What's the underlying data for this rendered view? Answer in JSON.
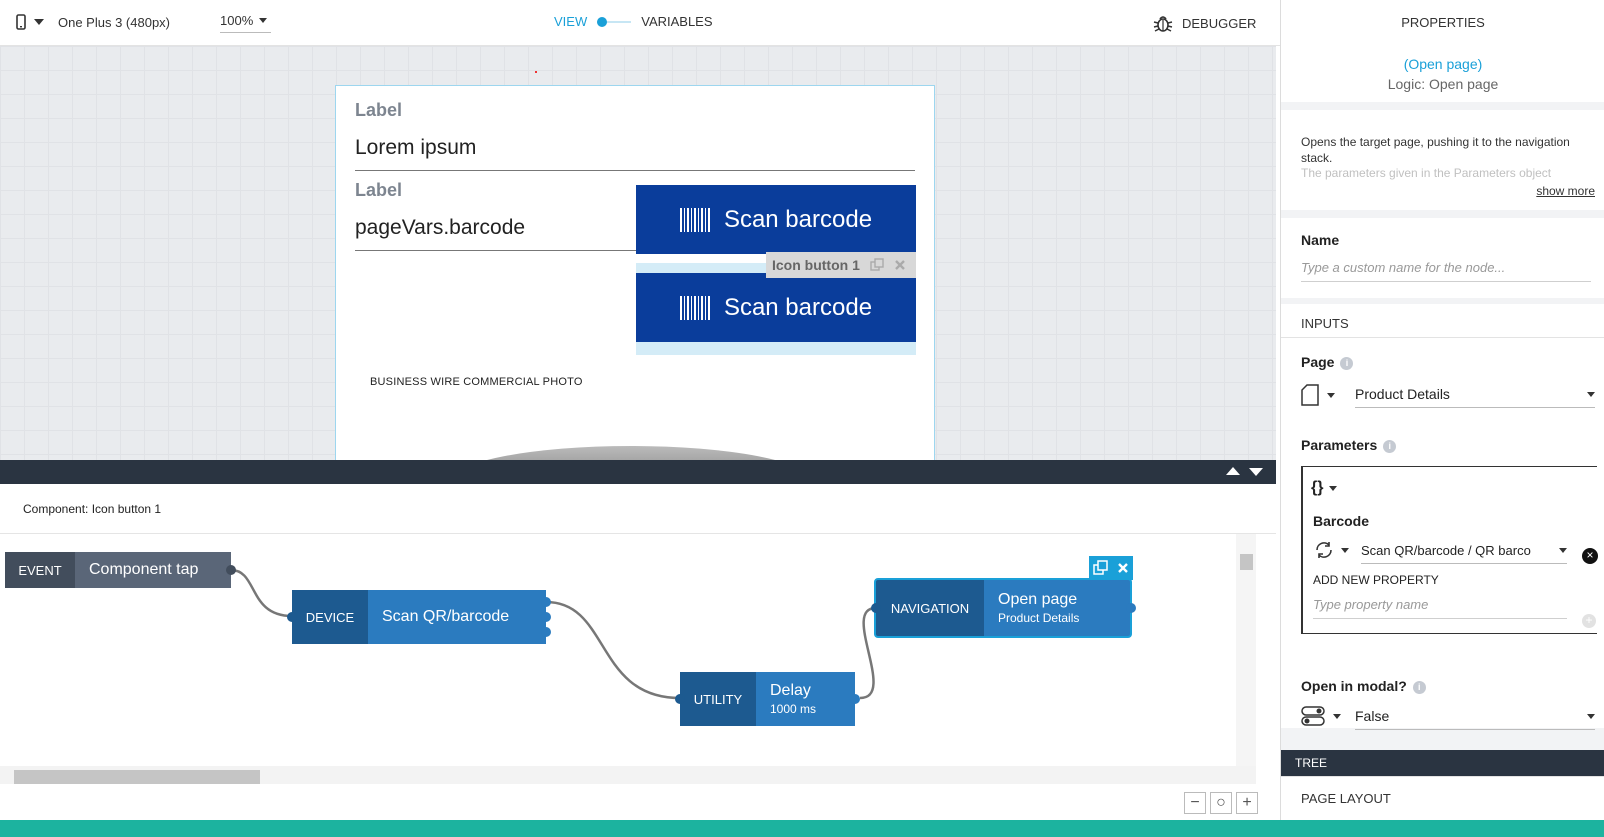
{
  "toolbar": {
    "device_label": "One Plus 3 (480px)",
    "zoom_label": "100%",
    "view_label": "VIEW",
    "variables_label": "VARIABLES",
    "debugger_label": "DEBUGGER"
  },
  "canvas": {
    "label1": "Label",
    "field1": "Lorem ipsum",
    "label2": "Label",
    "field2": "pageVars.barcode",
    "scan_button_1": "Scan barcode",
    "scan_button_2": "Scan barcode",
    "selection_tag": "Icon button 1",
    "photo_caption": "BUSINESS WIRE COMMERCIAL PHOTO"
  },
  "logic": {
    "component_title": "Component: Icon button 1",
    "nodes": [
      {
        "tag": "EVENT",
        "title": "Component tap",
        "subtitle": ""
      },
      {
        "tag": "DEVICE",
        "title": "Scan QR/barcode",
        "subtitle": ""
      },
      {
        "tag": "UTILITY",
        "title": "Delay",
        "subtitle": "1000 ms"
      },
      {
        "tag": "NAVIGATION",
        "title": "Open page",
        "subtitle": "Product Details"
      }
    ]
  },
  "properties": {
    "title": "PROPERTIES",
    "node_name": "(Open page)",
    "logic_name": "Logic: Open page",
    "description": "Opens the target page, pushing it to the navigation stack.",
    "description_fade": "The parameters given in the Parameters object",
    "show_more": "show more",
    "name_label": "Name",
    "name_placeholder": "Type a custom name for the node...",
    "inputs_label": "INPUTS",
    "page_label": "Page",
    "page_value": "Product Details",
    "parameters_label": "Parameters",
    "barcode_label": "Barcode",
    "barcode_value": "Scan QR/barcode / QR barco",
    "add_property_label": "ADD NEW PROPERTY",
    "property_placeholder": "Type property name",
    "modal_label": "Open in modal?",
    "modal_value": "False",
    "tree_label": "TREE",
    "page_layout_label": "PAGE LAYOUT"
  },
  "colors": {
    "accent": "#1aa0d8",
    "button_blue": "#0a3d9b",
    "node_dark": "#1d5a90",
    "node_light": "#2b7bbf",
    "event_dark": "#424d5c",
    "event_light": "#5a6678",
    "dark_bar": "#2a3441",
    "teal": "#1cb39f"
  }
}
